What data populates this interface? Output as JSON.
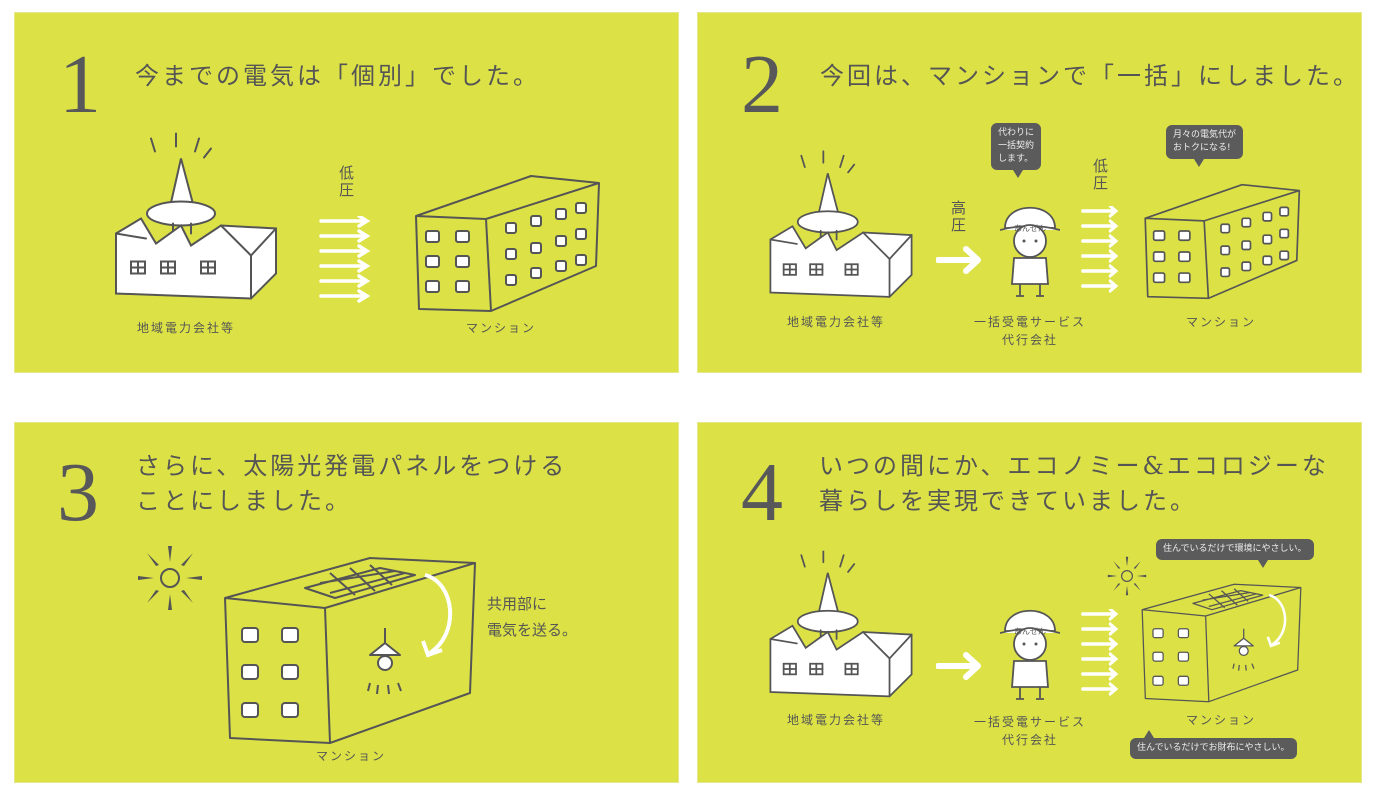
{
  "panels": [
    {
      "number": "1",
      "title": "今までの電気は「個別」でした。",
      "factory_label": "地域電力会社等",
      "voltage_label": "低圧",
      "building_label": "マンション"
    },
    {
      "number": "2",
      "title": "今回は、マンションで「一括」にしました。",
      "factory_label": "地域電力会社等",
      "high_voltage_label": "高圧",
      "worker_badge": "あんぜん",
      "worker_bubble": "代わりに\n一括契約\nします。",
      "agent_label_line1": "一括受電サービス",
      "agent_label_line2": "代行会社",
      "low_voltage_label": "低圧",
      "building_bubble": "月々の電気代が\nおトクになる!",
      "building_label": "マンション"
    },
    {
      "number": "3",
      "title_line1": "さらに、太陽光発電パネルをつける",
      "title_line2": "ことにしました。",
      "note": "共用部に\n電気を送る。",
      "building_label": "マンション"
    },
    {
      "number": "4",
      "title_line1": "いつの間にか、エコノミー&エコロジーな",
      "title_line2": "暮らしを実現できていました。",
      "factory_label": "地域電力会社等",
      "worker_badge": "あんぜん",
      "agent_label_line1": "一括受電サービス",
      "agent_label_line2": "代行会社",
      "bubble_top": "住んでいるだけで環境にやさしい。",
      "building_label": "マンション",
      "bubble_bottom": "住んでいるだけでお財布にやさしい。"
    }
  ],
  "colors": {
    "background": "#dce245",
    "text": "#555555",
    "bubble": "#5b5b5b"
  }
}
